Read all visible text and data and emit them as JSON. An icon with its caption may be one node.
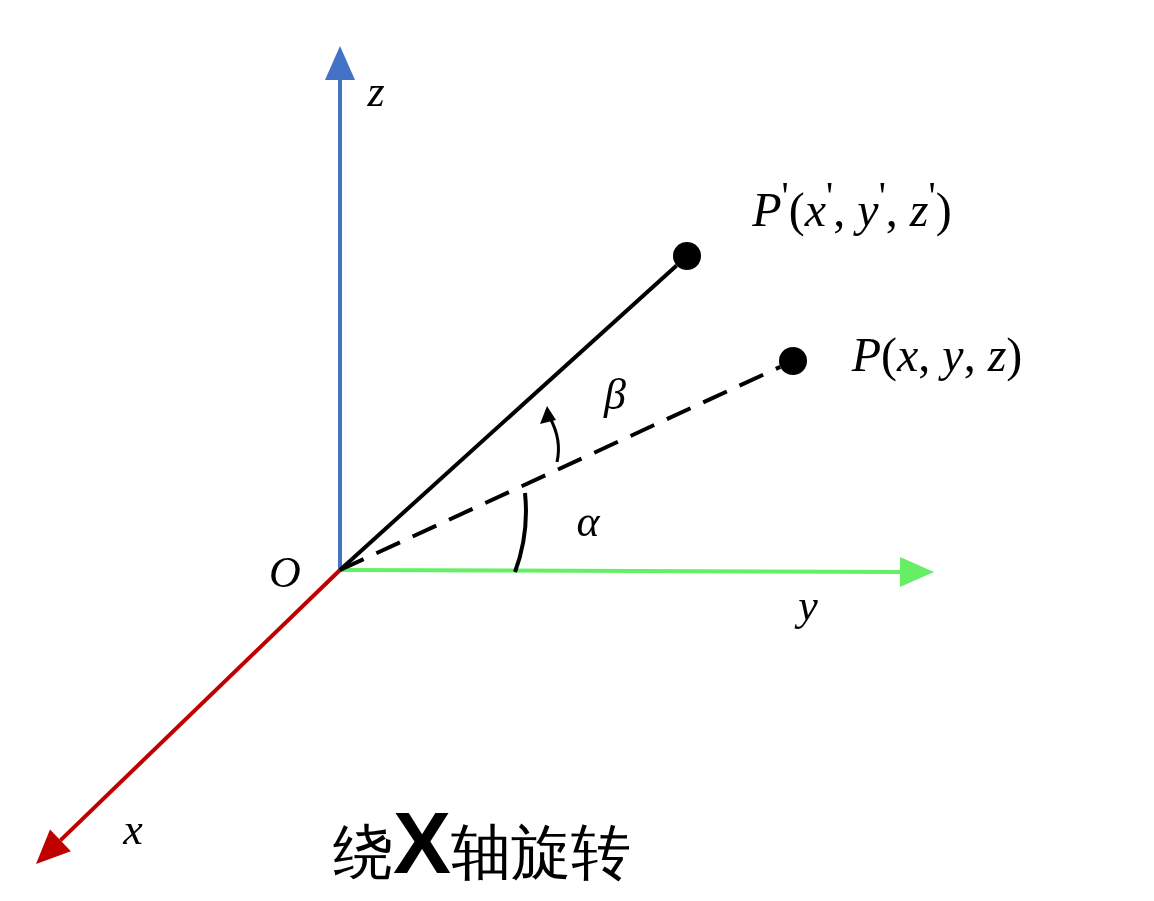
{
  "diagram": {
    "caption": "绕**X**轴旋转",
    "nodes": [
      {
        "text": [],
        "shape": "circle",
        "beside": [
          "*P*$^{'}$(*x*$^{'}$, *y*$^{'}$, *z*$^{'}$)"
        ]
      },
      {
        "text": [],
        "shape": "circle",
        "beside": [
          "*P*(*x*, *y*, *z*)"
        ]
      }
    ],
    "edges": [
      {
        "from": null,
        "to": 0,
        "arrow": "none"
      },
      {
        "from": null,
        "to": 1,
        "arrow": "none",
        "style": "dashed"
      }
    ],
    "labels": [
      "z",
      "β",
      "α",
      "O",
      "y",
      "x"
    ]
  }
}
